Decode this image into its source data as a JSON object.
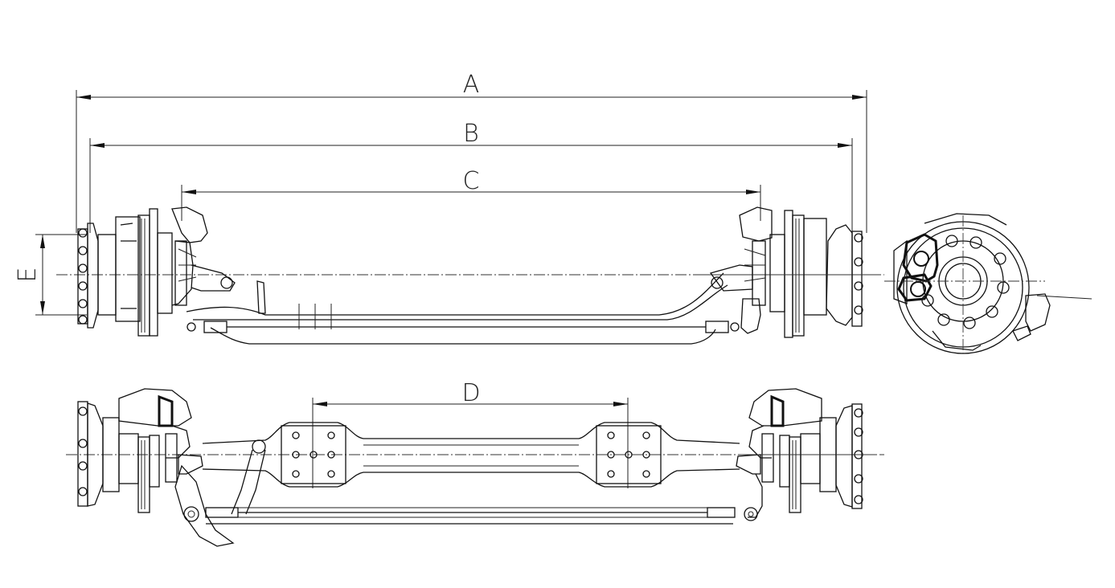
{
  "drawing": {
    "dimension_labels": {
      "a": "A",
      "b": "B",
      "c": "C",
      "d": "D",
      "e": "E"
    }
  }
}
